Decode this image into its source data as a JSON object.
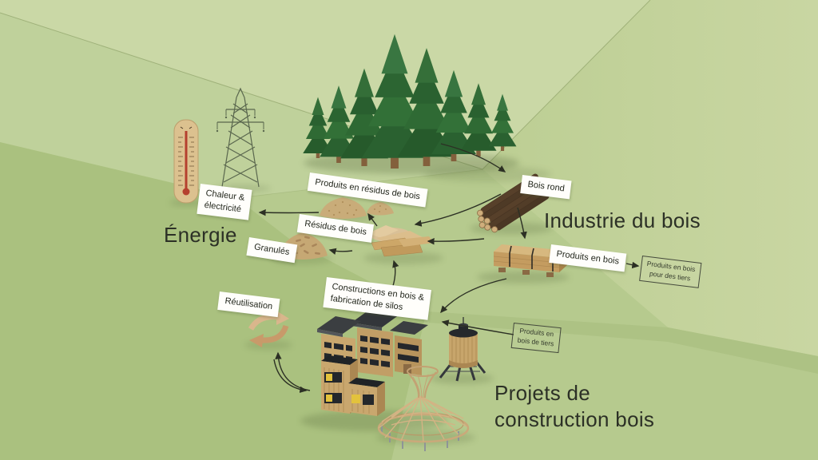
{
  "headings": {
    "energy": "Énergie",
    "industry": "Industrie du bois",
    "projects_line1": "Projets de",
    "projects_line2": "construction bois"
  },
  "labels": {
    "wood_residue_products": "Produits en résidus de bois",
    "roundwood": "Bois rond",
    "wood_residues": "Résidus de bois",
    "pellets": "Granulés",
    "heat_line1": "Chaleur &",
    "heat_line2": "électricité",
    "wood_products": "Produits en bois",
    "reuse": "Réutilisation",
    "constructions_line1": "Constructions en bois &",
    "constructions_line2": "fabrication de silos",
    "third_party_out_line1": "Produits en bois",
    "third_party_out_line2": "pour des tiers",
    "third_party_in_line1": "Produits en",
    "third_party_in_line2": "bois de tiers"
  },
  "colors": {
    "background_base": "#b7cb8f",
    "background_light": "#cad8a6",
    "background_right": "#c3d49d",
    "background_dark": "#aac17f",
    "label_background": "#fffefb",
    "text_dark": "#2c3026",
    "arrow": "#2c3024",
    "tree_green": "#2e6833",
    "wood_light": "#c9a76e",
    "wood_dark": "#57402a",
    "roof_gray": "#3a3d40",
    "thermometer_red": "#b5402e",
    "pellet_tan": "#c9ac79"
  }
}
